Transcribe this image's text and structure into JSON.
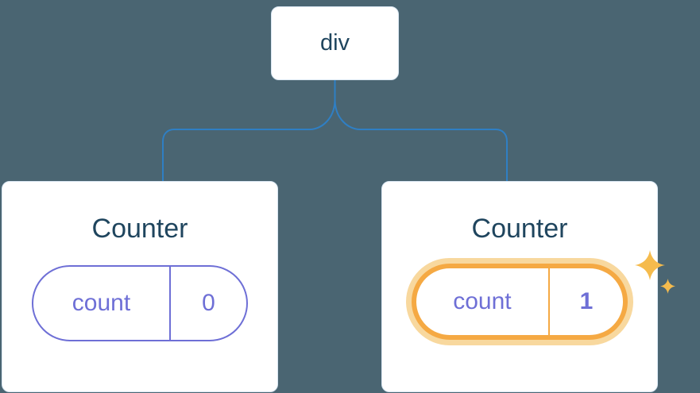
{
  "diagram": {
    "root": {
      "label": "div"
    },
    "nodes": [
      {
        "title": "Counter",
        "pill": {
          "label": "count",
          "value": "0"
        },
        "highlighted": false
      },
      {
        "title": "Counter",
        "pill": {
          "label": "count",
          "value": "1"
        },
        "highlighted": true
      }
    ]
  },
  "icons": {
    "sparkle_big": "sparkle-icon",
    "sparkle_small": "sparkle-icon"
  },
  "colors": {
    "background": "#4a6572",
    "connector": "#2f7fc4",
    "node_text": "#1f455e",
    "pill_purple": "#6e6fd6",
    "highlight_orange": "#f5a943",
    "highlight_glow": "#f8d89e",
    "sparkle_gold": "#f5bb4d",
    "card_bg": "#ffffff",
    "card_border": "#d9e6f2"
  }
}
